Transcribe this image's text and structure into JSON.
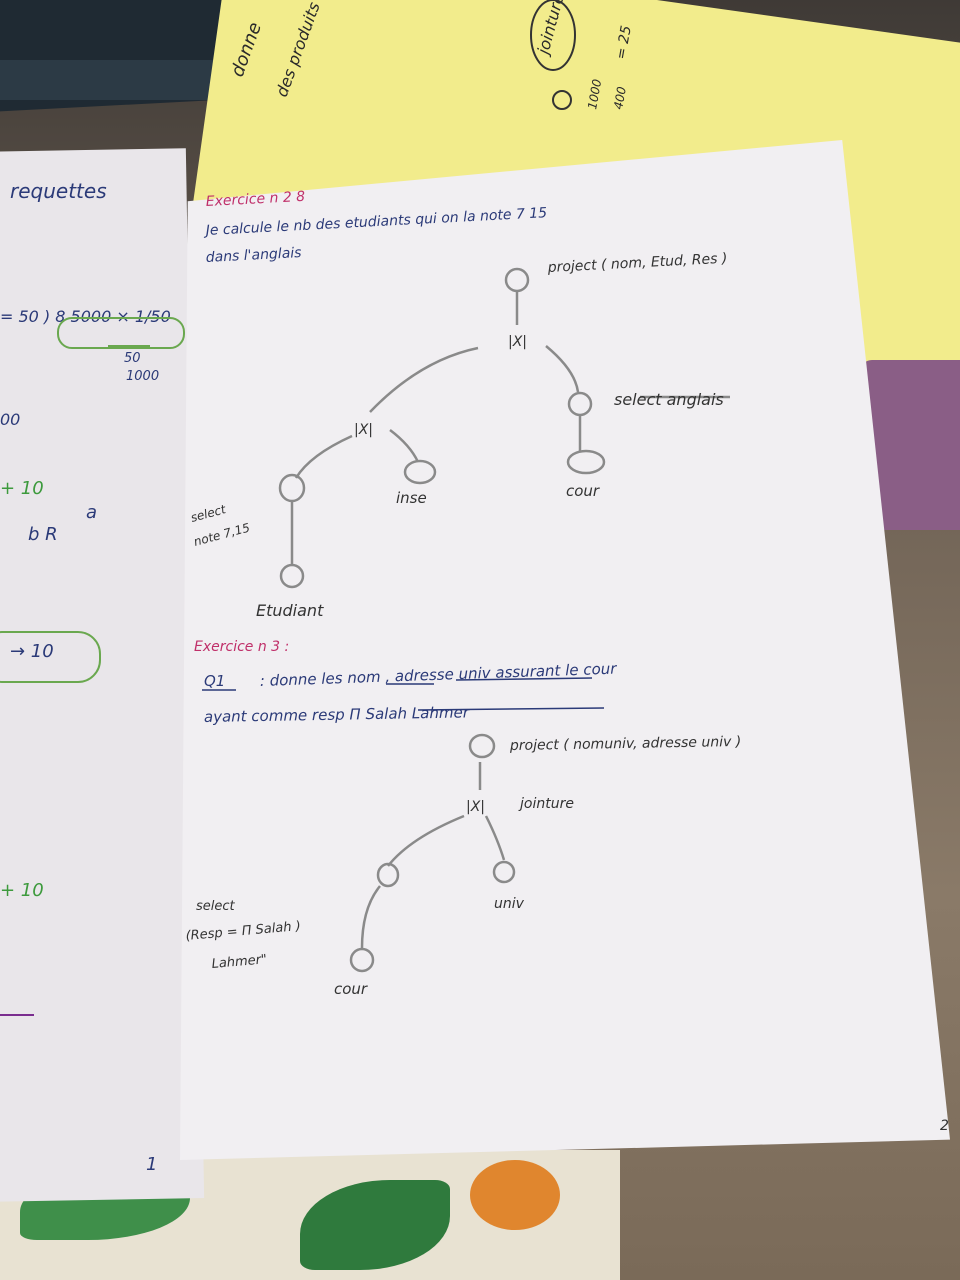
{
  "left_page": {
    "header": "requettes",
    "math_1": "= 50 ) 8 5000 × 1/50",
    "math_2": "50",
    "math_3": "1000",
    "math_4": "00",
    "math_5": "+ 10",
    "math_6": "a",
    "math_7": "b R",
    "math_8": "→ 10",
    "math_9": "+ 10",
    "page_number": "1"
  },
  "right_page": {
    "ex2_title": "Exercice n 2 8",
    "ex2_line1": "Je calcule le nb des etudiants qui on la note 7 15",
    "ex2_line2": "dans l'anglais",
    "tree1": {
      "project_label": "project ( nom, Etud, Res )",
      "join_symbol": "|X|",
      "join2_symbol": "|X|",
      "select_anglais": "select anglais",
      "cour": "cour",
      "inse": "inse",
      "select_note_1": "select",
      "select_note_2": "note 7,15",
      "etudiant": "Etudiant"
    },
    "ex3_title": "Exercice n 3 :",
    "q1_label": "Q1",
    "q1_line1": ": donne les nom , adresse univ assurant le cour",
    "q1_line2": "ayant comme resp Π Salah Lahmer",
    "tree2": {
      "project_label": "project ( nomuniv, adresse univ )",
      "join_symbol": "|X|",
      "jointure": "jointure",
      "univ": "univ",
      "select_1": "select",
      "select_2": "(Resp = Π Salah )",
      "select_3": "Lahmer\"",
      "cour": "cour"
    },
    "page_number": "2"
  },
  "yellow_notes": {
    "text_1": "donne",
    "text_2": "des produits",
    "text_3": "jointure",
    "fraction_top": "1000",
    "fraction_bottom": "400",
    "text_4": "= 25"
  }
}
